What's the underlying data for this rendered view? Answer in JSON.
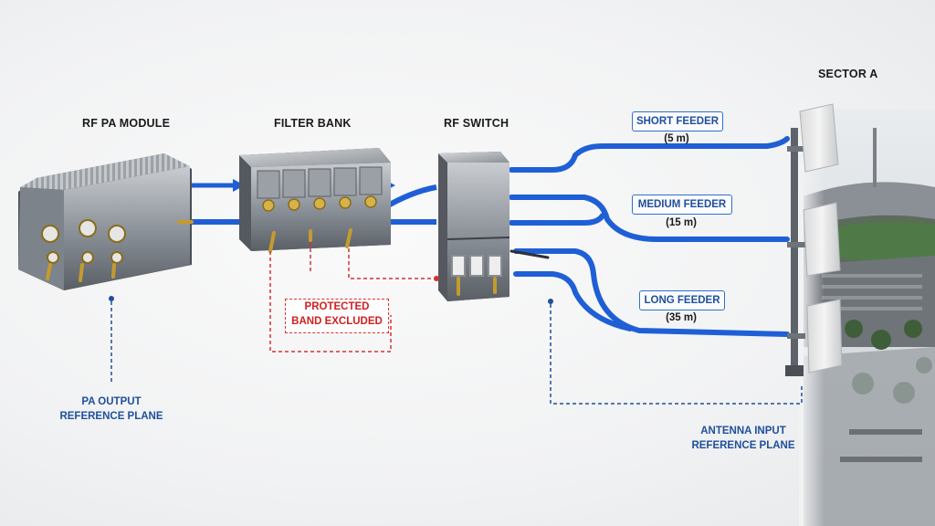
{
  "labels": {
    "pa_module": "RF PA MODULE",
    "filter_bank": "FILTER BANK",
    "rf_switch": "RF SWITCH",
    "sector": "SECTOR A"
  },
  "feeders": [
    {
      "name": "SHORT FEEDER",
      "length": "(5 m)"
    },
    {
      "name": "MEDIUM FEEDER",
      "length": "(15 m)"
    },
    {
      "name": "LONG FEEDER",
      "length": "(35 m)"
    }
  ],
  "annotations": {
    "protected_line1": "PROTECTED",
    "protected_line2": "BAND EXCLUDED",
    "pa_ref_line1": "PA OUTPUT",
    "pa_ref_line2": "REFERENCE PLANE",
    "ant_ref_line1": "ANTENNA INPUT",
    "ant_ref_line2": "REFERENCE PLANE"
  },
  "colors": {
    "cable": "#1f5fd6",
    "reference": "#1f4f9c",
    "excluded": "#d33333",
    "metal": "#9aa0a6"
  }
}
